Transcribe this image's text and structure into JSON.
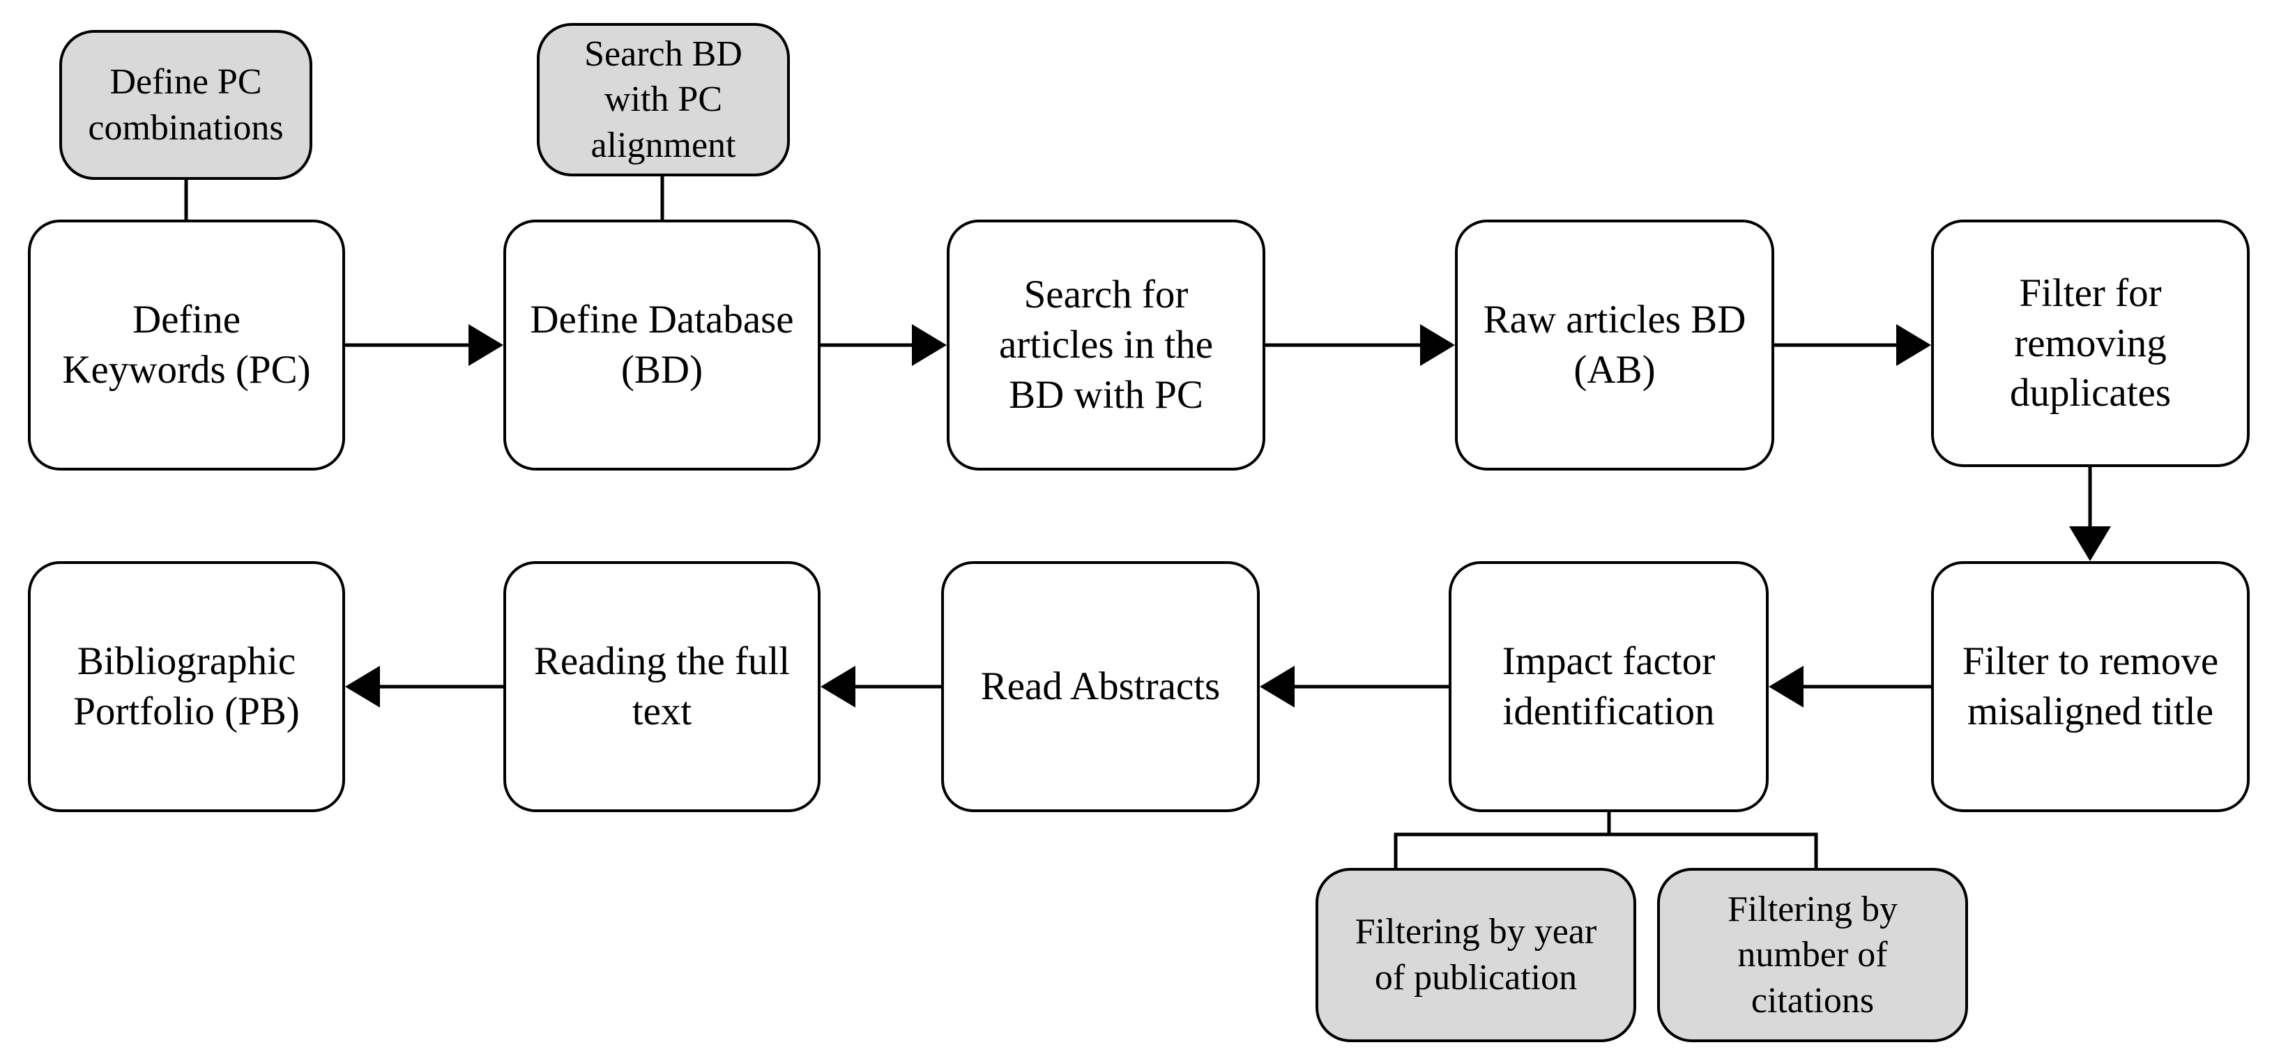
{
  "diagram": {
    "colors": {
      "background": "#ffffff",
      "line": "#000000",
      "process_fill": "#ffffff",
      "annotation_fill": "#d9d9d9",
      "text": "#000000"
    },
    "process_nodes": [
      {
        "id": "define-keywords",
        "label": "Define\nKeywords (PC)"
      },
      {
        "id": "define-database",
        "label": "Define Database\n(BD)"
      },
      {
        "id": "search-articles",
        "label": "Search for\narticles in the\nBD with PC"
      },
      {
        "id": "raw-articles",
        "label": "Raw articles BD\n(AB)"
      },
      {
        "id": "filter-duplicates",
        "label": "Filter for\nremoving\nduplicates"
      },
      {
        "id": "filter-misaligned-title",
        "label": "Filter to remove\nmisaligned title"
      },
      {
        "id": "impact-factor",
        "label": "Impact factor\nidentification"
      },
      {
        "id": "read-abstracts",
        "label": "Read Abstracts"
      },
      {
        "id": "reading-full-text",
        "label": "Reading the full\ntext"
      },
      {
        "id": "bibliographic-portfolio",
        "label": "Bibliographic\nPortfolio (PB)"
      }
    ],
    "annotation_nodes": [
      {
        "id": "define-pc-combinations",
        "label": "Define PC\ncombinations"
      },
      {
        "id": "search-bd-pc-alignment",
        "label": "Search BD\nwith PC\nalignment"
      },
      {
        "id": "filtering-by-year",
        "label": "Filtering by year\nof publication"
      },
      {
        "id": "filtering-by-citations",
        "label": "Filtering by\nnumber of\ncitations"
      }
    ],
    "flow": [
      "define-keywords -> define-database",
      "define-database -> search-articles",
      "search-articles -> raw-articles",
      "raw-articles -> filter-duplicates",
      "filter-duplicates -> filter-misaligned-title",
      "filter-misaligned-title -> impact-factor",
      "impact-factor -> read-abstracts",
      "read-abstracts -> reading-full-text",
      "reading-full-text -> bibliographic-portfolio",
      "impact-factor -> filtering-by-year",
      "impact-factor -> filtering-by-citations"
    ]
  }
}
